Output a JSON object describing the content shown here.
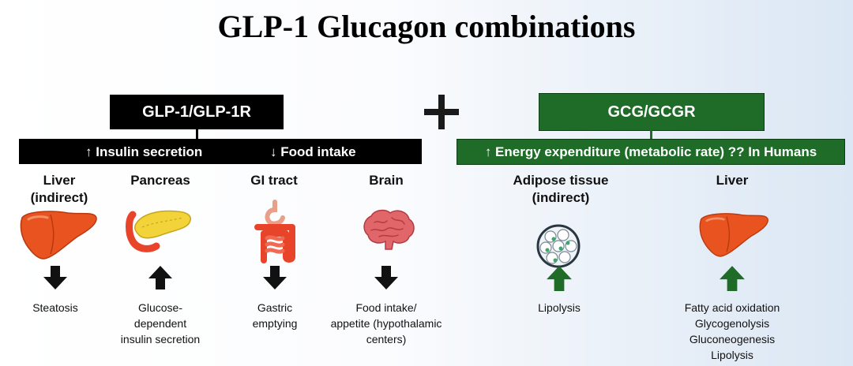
{
  "title": "GLP-1 Glucagon combinations",
  "glp1": {
    "box_label": "GLP-1/GLP-1R",
    "bar_left": "↑ Insulin secretion",
    "bar_right": "↓ Food intake",
    "organs": [
      {
        "name": "Liver\n(indirect)",
        "icon": "liver-icon",
        "arrow": "down",
        "effect": "Steatosis"
      },
      {
        "name": "Pancreas",
        "icon": "pancreas-icon",
        "arrow": "up",
        "effect": "Glucose-\ndependent\ninsulin secretion"
      },
      {
        "name": "GI tract",
        "icon": "gi-tract-icon",
        "arrow": "down",
        "effect": "Gastric\nemptying"
      },
      {
        "name": "Brain",
        "icon": "brain-icon",
        "arrow": "down",
        "effect": "Food intake/\nappetite (hypothalamic\ncenters)"
      }
    ]
  },
  "plus_symbol": "plus-icon",
  "gcg": {
    "box_label": "GCG/GCGR",
    "bar_text": "↑ Energy expenditure (metabolic rate) ?? In Humans",
    "organs": [
      {
        "name": "Adipose tissue\n(indirect)",
        "icon": "adipose-tissue-icon",
        "arrow": "up",
        "effect": "Lipolysis"
      },
      {
        "name": "Liver",
        "icon": "liver-icon",
        "arrow": "up",
        "effect": "Fatty acid oxidation\nGlycogenolysis\nGluconeogenesis\nLipolysis"
      }
    ]
  },
  "colors": {
    "black_bar": "#000000",
    "green_bar": "#1f6b28",
    "arrow_black": "#111111",
    "arrow_green": "#1f6b28",
    "liver": "#e8531f",
    "pancreas_gland": "#f2d43a",
    "brain": "#e0666a"
  }
}
